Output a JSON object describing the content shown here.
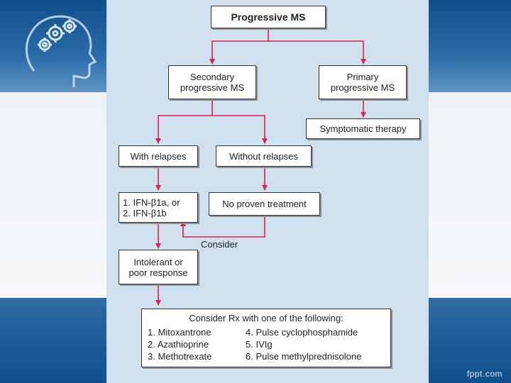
{
  "flowchart": {
    "title": "Progressive MS",
    "secondary": [
      "Secondary",
      "progressive MS"
    ],
    "primary": [
      "Primary",
      "progressive MS"
    ],
    "symptomatic": "Symptomatic therapy",
    "with_relapses": "With relapses",
    "without_relapses": "Without relapses",
    "ifn": [
      "1. IFN-β1a, or",
      "2. IFN-β1b"
    ],
    "no_proven": "No proven treatment",
    "consider": "Consider",
    "intolerant": [
      "Intolerant or",
      "poor response"
    ],
    "rx": {
      "title": "Consider Rx with one of the following:",
      "left": [
        "1. Mitoxantrone",
        "2. Azathioprine",
        "3. Methotrexate"
      ],
      "right": [
        "4. Pulse cyclophosphamide",
        "5. IVIg",
        "6. Pulse methylprednisolone"
      ]
    }
  },
  "footer": {
    "watermark": "fppt.com"
  },
  "colors": {
    "arrow": "#e0214a",
    "brand_blue": "#0f4f8c"
  }
}
